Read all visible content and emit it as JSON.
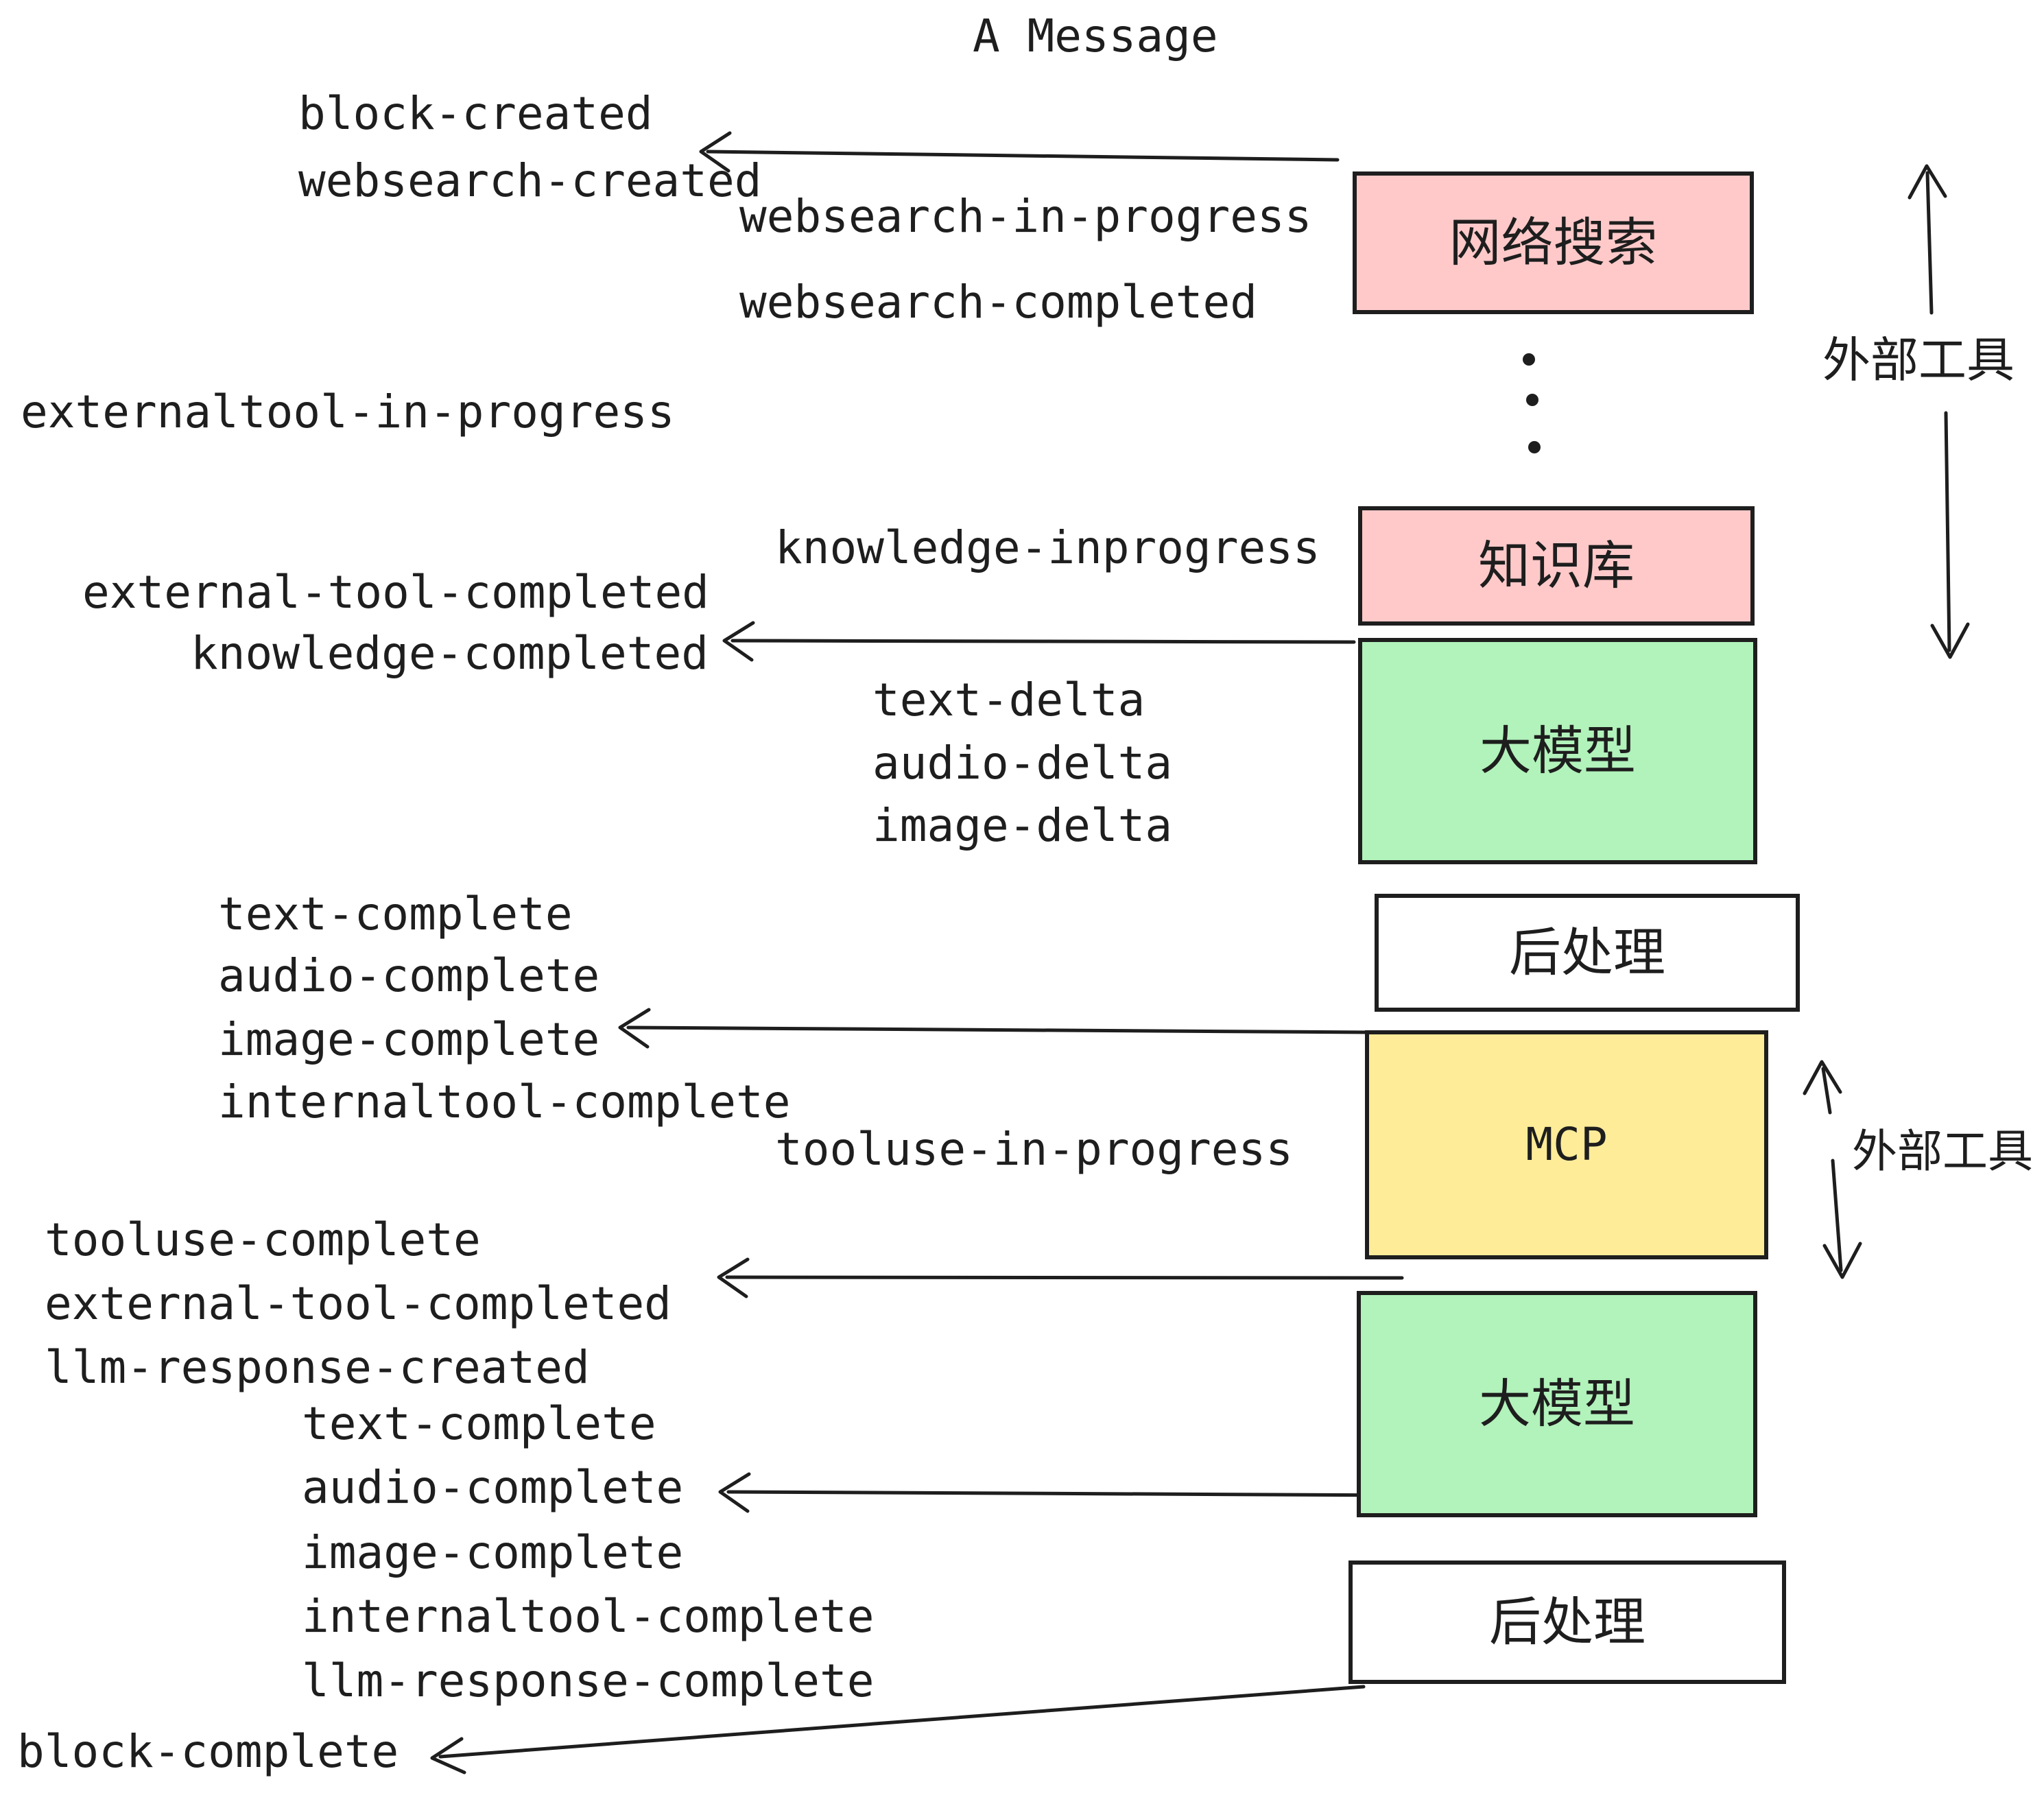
{
  "title": "A Message",
  "events": {
    "block_created": "block-created",
    "websearch_created": "websearch-created",
    "websearch_in_progress": "websearch-in-progress",
    "websearch_completed": "websearch-completed",
    "externaltool_in_progress": "externaltool-in-progress",
    "knowledge_inprogress": "knowledge-inprogress",
    "external_tool_completed_1": "external-tool-completed",
    "knowledge_completed": "knowledge-completed",
    "text_delta_1": "text-delta",
    "audio_delta_1": "audio-delta",
    "image_delta_1": "image-delta",
    "text_complete_1": "text-complete",
    "audio_complete_1": "audio-complete",
    "image_complete_1": "image-complete",
    "internaltool_complete_1": "internaltool-complete",
    "tooluse_in_progress": "tooluse-in-progress",
    "tooluse_complete": "tooluse-complete",
    "external_tool_completed_2": "external-tool-completed",
    "llm_response_created": "llm-response-created",
    "text_complete_2": "text-complete",
    "audio_complete_2": "audio-complete",
    "image_complete_2": "image-complete",
    "internaltool_complete_2": "internaltool-complete",
    "llm_response_complete": "llm-response-complete",
    "block_complete": "block-complete"
  },
  "boxes": {
    "websearch": {
      "label": "网络搜索",
      "fill": "#ffc9c9"
    },
    "knowledge": {
      "label": "知识库",
      "fill": "#ffc9c9"
    },
    "llm_top": {
      "label": "大模型",
      "fill": "#b2f2bb"
    },
    "postprocess_top": {
      "label": "后处理",
      "fill": "#ffffff"
    },
    "mcp": {
      "label": "MCP",
      "fill": "#ffec99"
    },
    "llm_bottom": {
      "label": "大模型",
      "fill": "#b2f2bb"
    },
    "postprocess_bottom": {
      "label": "后处理",
      "fill": "#ffffff"
    }
  },
  "side_labels": {
    "external_tool_top": "外部工具",
    "external_tool_mcp": "外部工具"
  },
  "colors": {
    "stroke": "#1e1e1e",
    "pink": "#ffc9c9",
    "green": "#b2f2bb",
    "yellow": "#ffec99"
  }
}
